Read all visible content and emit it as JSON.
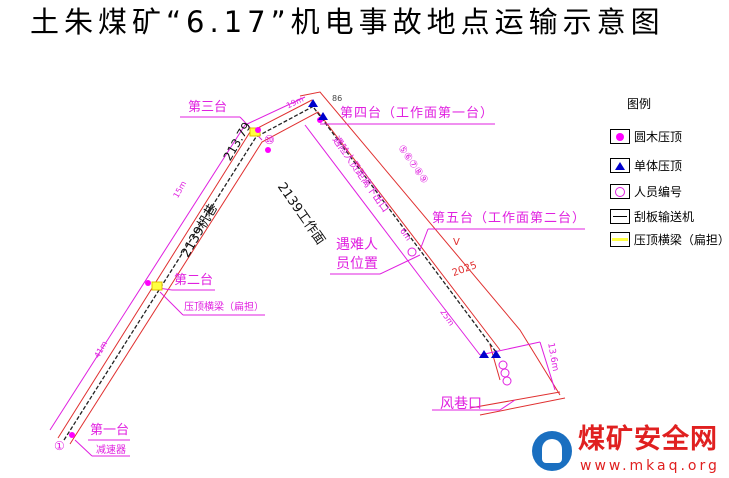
{
  "title": "土朱煤矿“6.17”机电事故地点运输示意图",
  "labels": {
    "station3": "第三台",
    "station4": "第四台（工作面第一台）",
    "station5": "第五台（工作面第二台）",
    "station2": "第二台",
    "station1": "第一台",
    "beam": "压顶横梁（扁担）",
    "reducer": "减速器",
    "roadway": "2139机巷",
    "face": "2139工作面",
    "distance_note": "遇险人员距离下出口",
    "victim_line1": "遇难人",
    "victim_line2": "员位置",
    "air_entry": "风巷口",
    "elev1": "213.79",
    "elev2": "2025",
    "v": "V",
    "d19": "19m",
    "d86": "86",
    "d15": "15m",
    "d41": "41m",
    "d6": "6m",
    "d25": "25m",
    "d136": "13.6m",
    "person10": "⑩",
    "person1": "①",
    "persons": "⑤⑥⑦⑧⑨"
  },
  "legend": {
    "title": "图例",
    "items": [
      {
        "label": "圆木压顶",
        "icon": "magenta-dot-icon",
        "color": "#ff00ff"
      },
      {
        "label": "单体压顶",
        "icon": "blue-triangle-icon",
        "color": "#0000cc"
      },
      {
        "label": "人员编号",
        "icon": "person-number-icon",
        "color": "#e020e0"
      },
      {
        "label": "刮板输送机",
        "icon": "conveyor-icon",
        "color": "#000000"
      },
      {
        "label": "压顶横梁（扁担）",
        "icon": "beam-icon",
        "color": "#ffff40"
      }
    ]
  },
  "watermark": {
    "name": "煤矿安全网",
    "url": "www.mkaq.org",
    "color": "#e02020",
    "icon_color": "#1a6fc0"
  }
}
